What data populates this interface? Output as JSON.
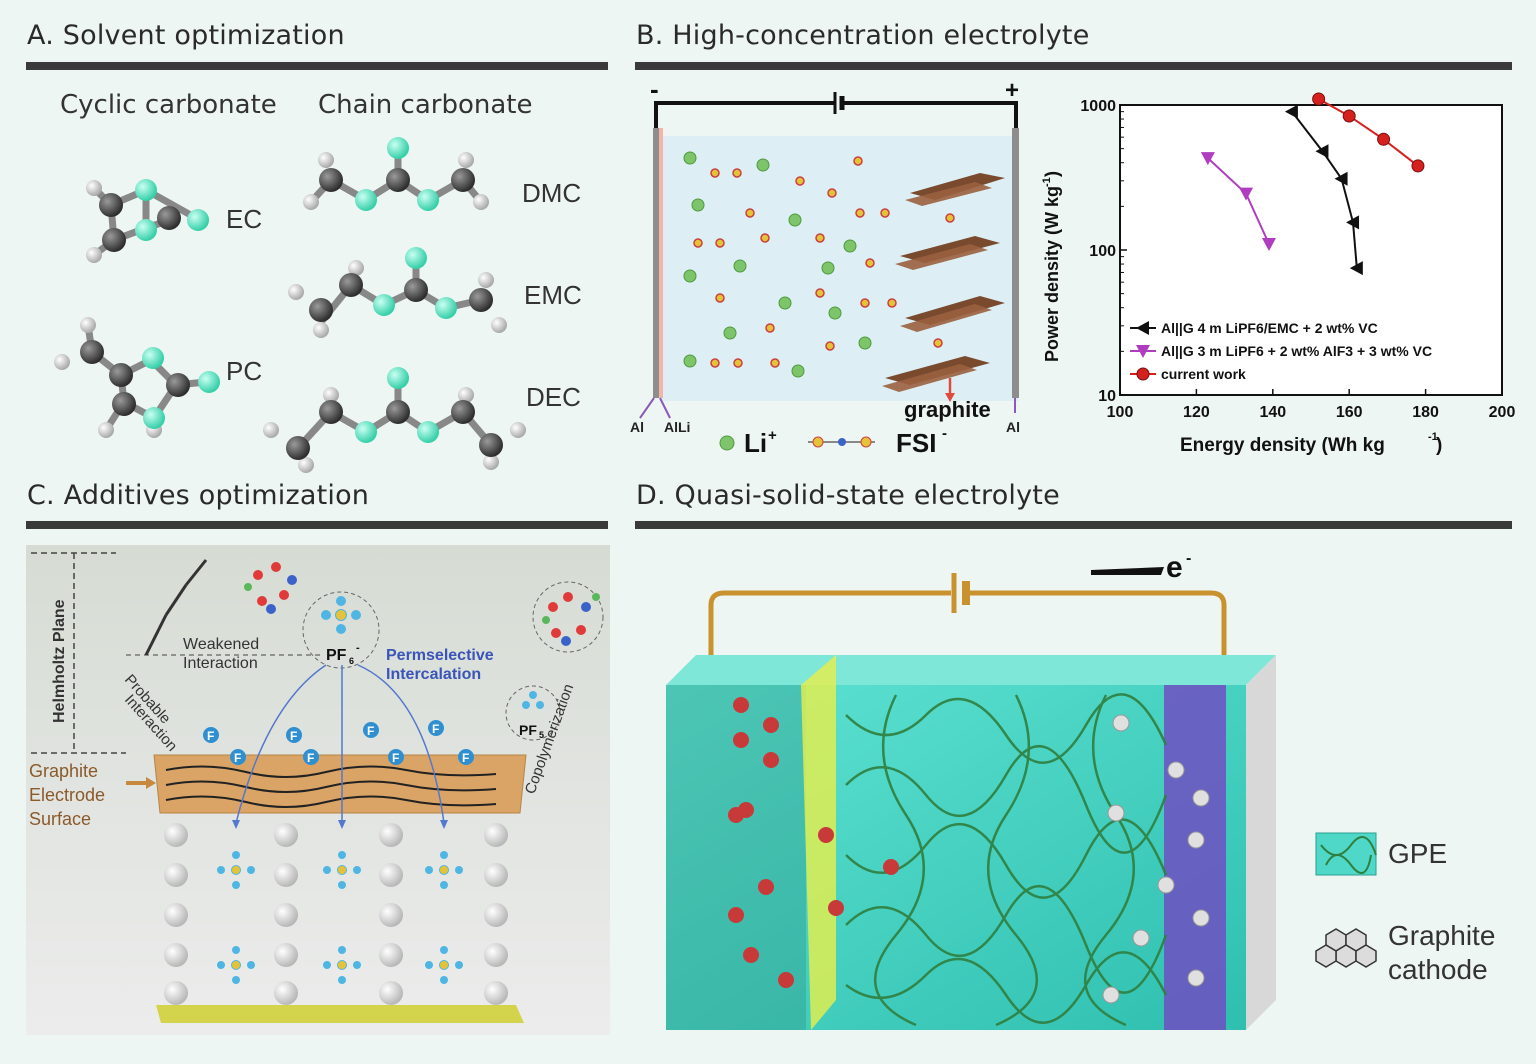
{
  "panels": {
    "a_title": "A. Solvent optimization",
    "b_title": "B. High-concentration electrolyte",
    "c_title": "C. Additives optimization",
    "d_title": "D. Quasi-solid-state electrolyte"
  },
  "panel_a": {
    "cyclic_heading": "Cyclic carbonate",
    "chain_heading": "Chain carbonate",
    "molecules": [
      "EC",
      "PC",
      "DMC",
      "EMC",
      "DEC"
    ]
  },
  "panel_b": {
    "minus": "-",
    "plus": "+",
    "left_al": "Al",
    "left_alli": "AlLi",
    "right_al": "Al",
    "graphite": "graphite",
    "li_label": "Li",
    "li_sup": "+",
    "fsi_label": "FSI",
    "fsi_sup": "-"
  },
  "chart_data": {
    "type": "line",
    "xlabel": "Energy density (Wh kg",
    "xlabel_sup": "-1",
    "ylabel": "Power density (W kg",
    "ylabel_sup": "-1",
    "xlim": [
      100,
      200
    ],
    "ylim": [
      10,
      1000
    ],
    "yscale": "log",
    "x_ticks": [
      "100",
      "120",
      "140",
      "160",
      "180",
      "200"
    ],
    "y_ticks": [
      "10",
      "100",
      "1000"
    ],
    "legend_position": "bottom-right",
    "series": [
      {
        "name": "Al||G 4 m LiPF6/EMC + 2 wt% VC",
        "color": "#111111",
        "marker": "triangle-left",
        "x": [
          145,
          153,
          158,
          161,
          162
        ],
        "y": [
          900,
          480,
          310,
          155,
          75
        ]
      },
      {
        "name": "Al||G 3 m LiPF6 +  2 wt% AlF3 + 3 wt% VC",
        "color": "#b03cc0",
        "marker": "triangle-down",
        "x": [
          123,
          133,
          139
        ],
        "y": [
          430,
          245,
          110
        ]
      },
      {
        "name": "current work",
        "color": "#d4211e",
        "marker": "circle",
        "x": [
          152,
          160,
          169,
          178
        ],
        "y": [
          1100,
          840,
          580,
          380
        ]
      }
    ]
  },
  "panel_c": {
    "helmholtz": "Helmholtz Plane",
    "weakened1": "Weakened",
    "weakened2": "Interaction",
    "probable1": "Probable",
    "probable2": "Interaction",
    "pf6": "PF",
    "pf6_sub": "6",
    "pf6_sup": "-",
    "perm1": "Permselective",
    "perm2": "Intercalation",
    "pf5": "PF",
    "pf5_sub": "5",
    "copoly": "Copolymerization",
    "graphite1": "Graphite",
    "graphite2": "Electrode",
    "graphite3": "Surface",
    "f_label": "F"
  },
  "panel_d": {
    "electron": "e",
    "electron_sup": "-",
    "gpe": "GPE",
    "graphite_cathode_1": "Graphite",
    "graphite_cathode_2": "cathode"
  },
  "colors": {
    "heading_bar": "#3a3a3a",
    "oxygen": "#5fe3c3",
    "carbon": "#555555",
    "hydrogen": "#dcdcdc",
    "li": "#6bbf5a",
    "gpe": "#3fd1c1",
    "anode": "#7a4fc2",
    "wire": "#c9922e"
  }
}
